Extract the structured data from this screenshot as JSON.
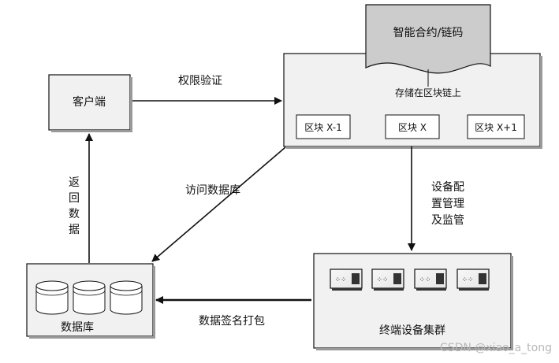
{
  "nodes": {
    "client": "客户端",
    "contract": "智能合约/链码",
    "stored_on_chain": "存储在区块链上",
    "block_prev": "区块 X-1",
    "block_cur": "区块 X",
    "block_next": "区块 X+1",
    "database": "数据库",
    "terminal_cluster": "终端设备集群"
  },
  "edges": {
    "auth": "权限验证",
    "access_db": "访问数据库",
    "return_data": [
      "返",
      "回",
      "数",
      "据"
    ],
    "device_mgmt": [
      "设备配",
      "置管理",
      "及监管"
    ],
    "sign_package": "数据签名打包"
  },
  "watermark": "CSDN @xiao_a_tong"
}
